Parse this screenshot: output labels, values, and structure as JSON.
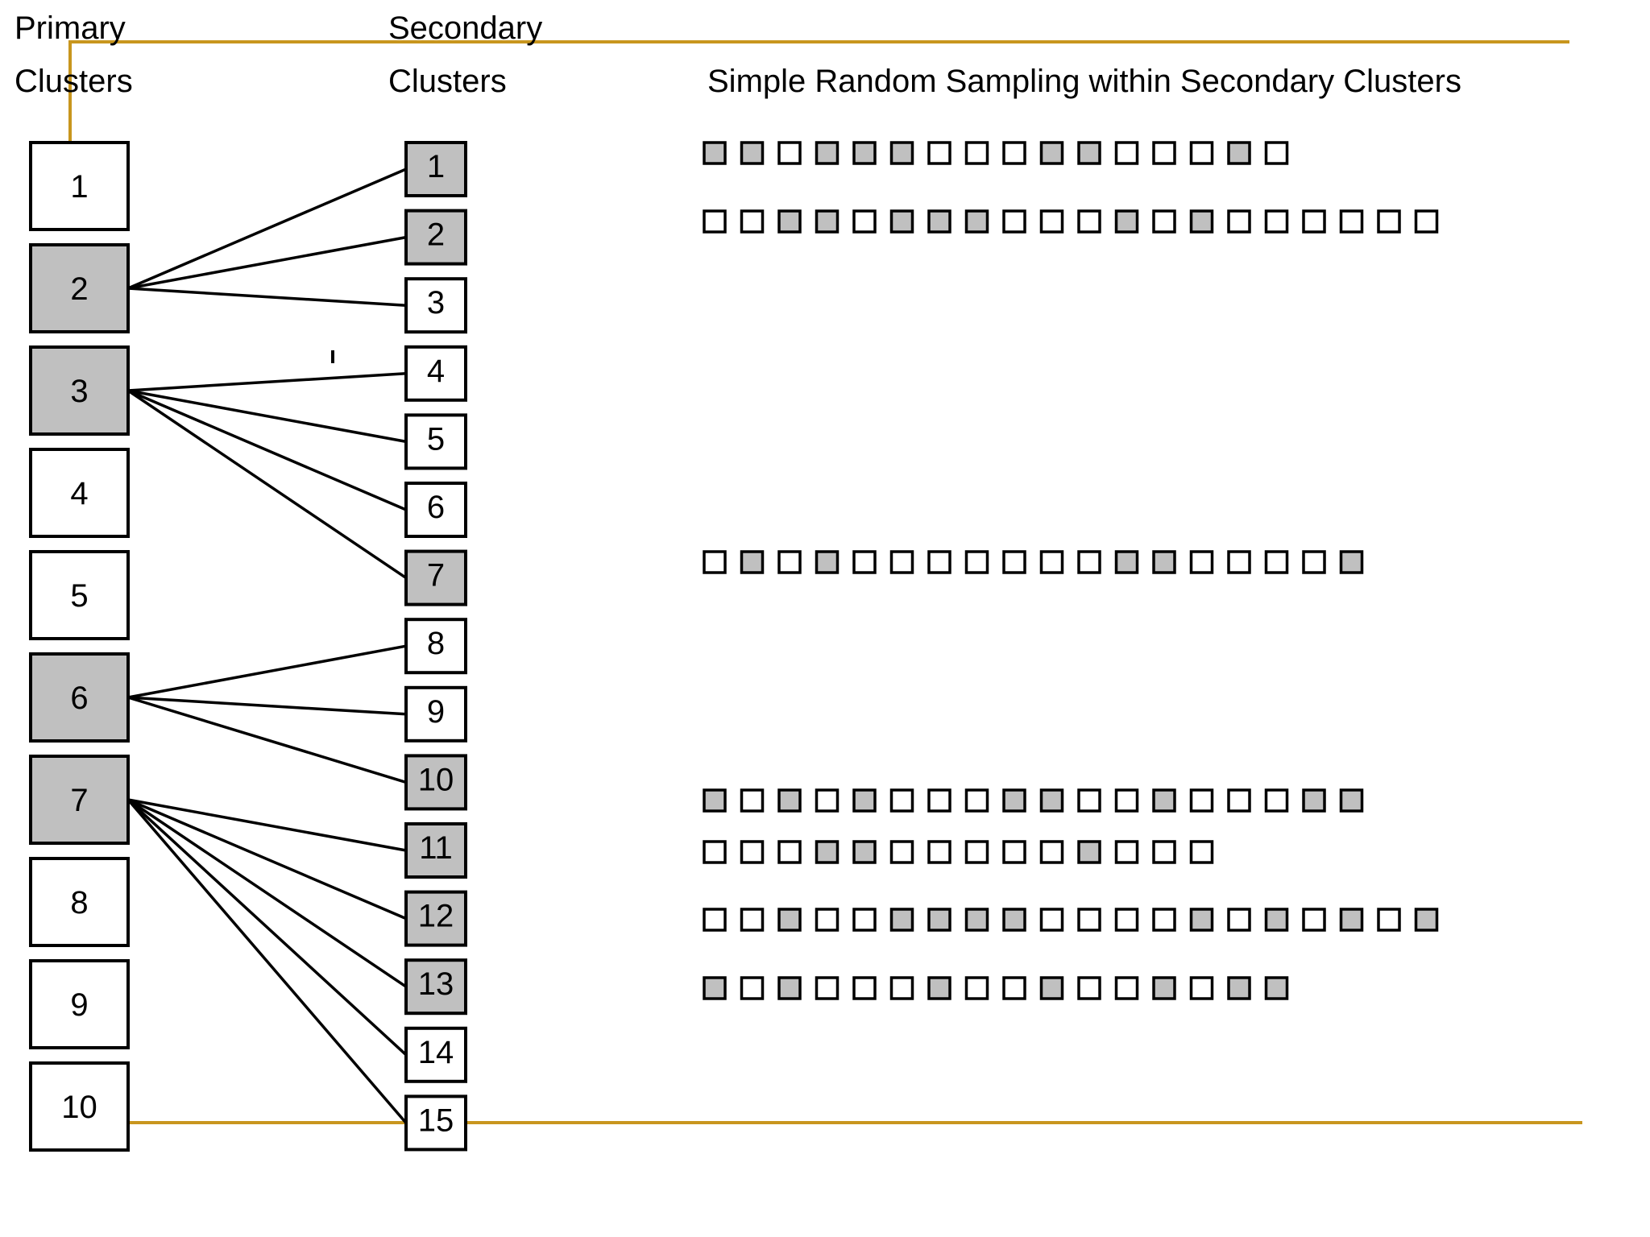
{
  "headers": {
    "primary_line1": "Primary",
    "primary_line2": "Clusters",
    "secondary_line1": "Secondary",
    "secondary_line2": "Clusters",
    "sampling": "Simple Random Sampling within Secondary Clusters"
  },
  "colors": {
    "accent": "#c8961e",
    "selected_fill": "#c0c0c0",
    "unselected_fill": "#ffffff",
    "stroke": "#000000"
  },
  "primary_clusters": [
    {
      "label": "1",
      "selected": false
    },
    {
      "label": "2",
      "selected": true
    },
    {
      "label": "3",
      "selected": true
    },
    {
      "label": "4",
      "selected": false
    },
    {
      "label": "5",
      "selected": false
    },
    {
      "label": "6",
      "selected": true
    },
    {
      "label": "7",
      "selected": true
    },
    {
      "label": "8",
      "selected": false
    },
    {
      "label": "9",
      "selected": false
    },
    {
      "label": "10",
      "selected": false
    }
  ],
  "secondary_clusters": [
    {
      "label": "1",
      "selected": true
    },
    {
      "label": "2",
      "selected": true
    },
    {
      "label": "3",
      "selected": false
    },
    {
      "label": "4",
      "selected": false
    },
    {
      "label": "5",
      "selected": false
    },
    {
      "label": "6",
      "selected": false
    },
    {
      "label": "7",
      "selected": true
    },
    {
      "label": "8",
      "selected": false
    },
    {
      "label": "9",
      "selected": false
    },
    {
      "label": "10",
      "selected": true
    },
    {
      "label": "11",
      "selected": true
    },
    {
      "label": "12",
      "selected": true
    },
    {
      "label": "13",
      "selected": true
    },
    {
      "label": "14",
      "selected": false
    },
    {
      "label": "15",
      "selected": false
    }
  ],
  "connections": [
    {
      "primary": "2",
      "secondary": [
        "1",
        "2",
        "3"
      ]
    },
    {
      "primary": "3",
      "secondary": [
        "4",
        "5",
        "6",
        "7"
      ]
    },
    {
      "primary": "6",
      "secondary": [
        "8",
        "9",
        "10"
      ]
    },
    {
      "primary": "7",
      "secondary": [
        "11",
        "12",
        "13",
        "14",
        "15"
      ]
    }
  ],
  "sample_rows": [
    {
      "secondary": "1",
      "units": [
        1,
        1,
        0,
        1,
        1,
        1,
        0,
        0,
        0,
        1,
        1,
        0,
        0,
        0,
        1,
        0
      ]
    },
    {
      "secondary": "2",
      "units": [
        0,
        0,
        1,
        1,
        0,
        1,
        1,
        1,
        0,
        0,
        0,
        1,
        0,
        1,
        0,
        0,
        0,
        0,
        0,
        0
      ]
    },
    {
      "secondary": "7",
      "units": [
        0,
        1,
        0,
        1,
        0,
        0,
        0,
        0,
        0,
        0,
        0,
        1,
        1,
        0,
        0,
        0,
        0,
        1
      ]
    },
    {
      "secondary": "10",
      "units": [
        1,
        0,
        1,
        0,
        1,
        0,
        0,
        0,
        1,
        1,
        0,
        0,
        1,
        0,
        0,
        0,
        1,
        1
      ]
    },
    {
      "secondary": "11",
      "units": [
        0,
        0,
        0,
        1,
        1,
        0,
        0,
        0,
        0,
        0,
        1,
        0,
        0,
        0
      ]
    },
    {
      "secondary": "12",
      "units": [
        0,
        0,
        1,
        0,
        0,
        1,
        1,
        1,
        1,
        0,
        0,
        0,
        0,
        1,
        0,
        1,
        0,
        1,
        0,
        1
      ]
    },
    {
      "secondary": "13",
      "units": [
        1,
        0,
        1,
        0,
        0,
        0,
        1,
        0,
        0,
        1,
        0,
        0,
        1,
        0,
        1,
        1
      ]
    }
  ]
}
